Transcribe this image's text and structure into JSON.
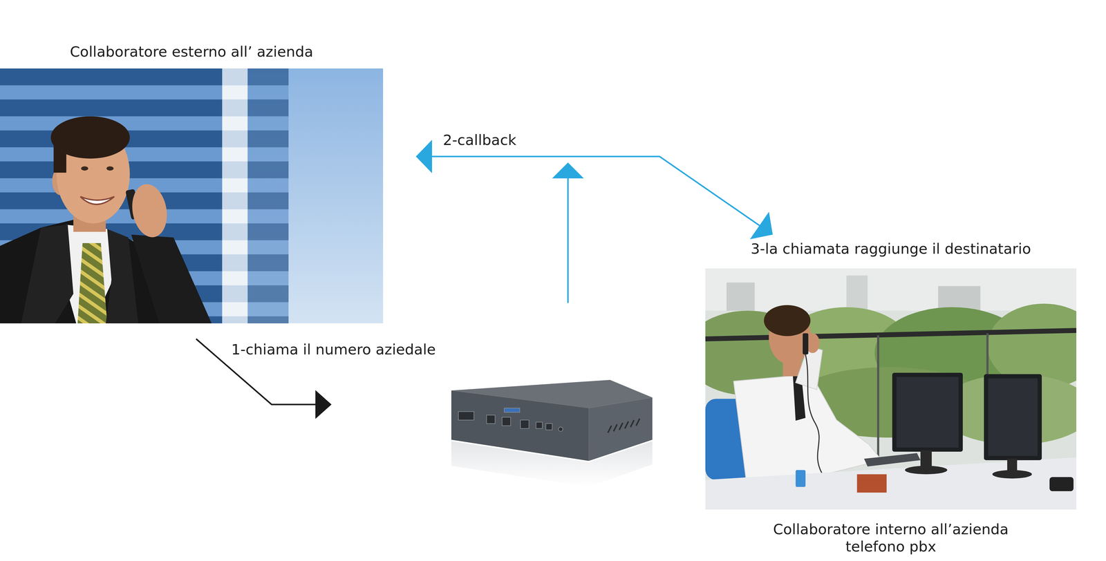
{
  "diagram": {
    "nodes": [
      {
        "text": [
          "Collaboratore esterno all’ azienda"
        ]
      },
      {
        "text": [
          "3-la chiamata raggiunge il destinatario",
          "Collaboratore interno all’azienda telefono pbx"
        ]
      }
    ],
    "edges": [
      {
        "from": 0,
        "to": 1,
        "arrow": "both",
        "label": "2-callback"
      }
    ],
    "labels": [
      "1-chiama il numero aziedale"
    ]
  }
}
